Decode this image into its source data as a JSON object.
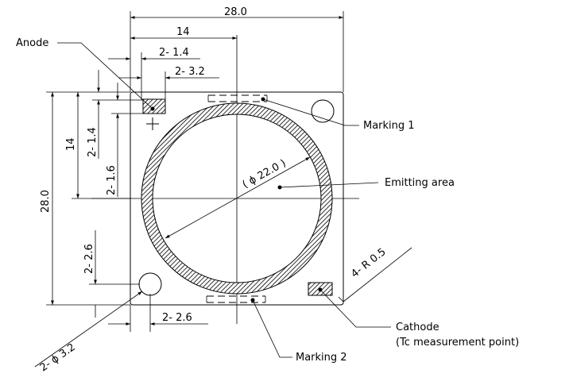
{
  "dimensions": {
    "width_total": "28.0",
    "height_total": "28.0",
    "half_width": "14",
    "half_height": "14",
    "anode_offset_x": "2- 1.4",
    "anode_size_x": "2- 3.2",
    "anode_offset_y": "2- 1.4",
    "anode_size_y": "2- 1.6",
    "hole_offset_y": "2- 2.6",
    "hole_offset_x": "2- 2.6",
    "hole_diameter": "2- ϕ 3.2",
    "emitting_diameter": "( ϕ 22.0 )",
    "corner_radius": "4- R 0.5"
  },
  "callouts": {
    "anode": "Anode",
    "marking1": "Marking 1",
    "emitting_area": "Emitting area",
    "cathode": "Cathode",
    "tc_point": "(Tc measurement point)",
    "marking2": "Marking 2"
  }
}
